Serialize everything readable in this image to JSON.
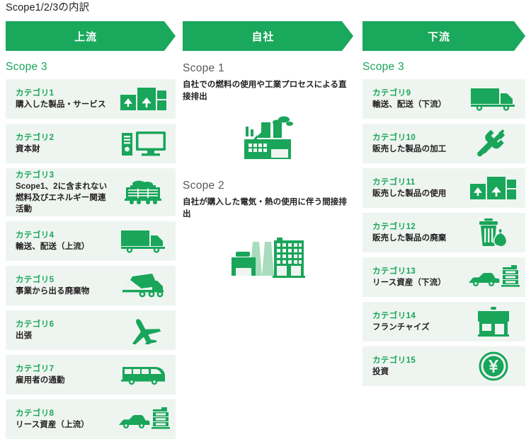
{
  "page": {
    "title": "Scope1/2/3の内訳"
  },
  "colors": {
    "brand_green": "#1aa85c",
    "heading_green": "#19a55a",
    "card_bg": "#eef5f0",
    "text_dark": "#231f20",
    "heading_gray": "#58595b",
    "icon_light_green": "#a7dcbd"
  },
  "columns": {
    "upstream": {
      "banner_label": "上流",
      "scope_heading": "Scope 3",
      "categories": [
        {
          "label": "カテゴリ1",
          "name": "購入した製品・サービス",
          "icon": "boxes-icon"
        },
        {
          "label": "カテゴリ2",
          "name": "資本財",
          "icon": "computer-icon"
        },
        {
          "label": "カテゴリ3",
          "name": "Scope1、2に含まれない\n燃料及びエネルギー関連活動",
          "name_line1": "Scope1、2に含まれない",
          "name_line2": "燃料及びエネルギー関連活動",
          "icon": "coal-wagon-icon"
        },
        {
          "label": "カテゴリ4",
          "name": "輸送、配送（上流）",
          "icon": "truck-icon"
        },
        {
          "label": "カテゴリ5",
          "name": "事業から出る廃棄物",
          "icon": "dump-truck-icon"
        },
        {
          "label": "カテゴリ6",
          "name": "出張",
          "icon": "airplane-icon"
        },
        {
          "label": "カテゴリ7",
          "name": "雇用者の通勤",
          "icon": "bus-icon"
        },
        {
          "label": "カテゴリ8",
          "name": "リース資産（上流）",
          "icon": "car-building-icon"
        }
      ]
    },
    "own": {
      "banner_label": "自社",
      "scopes": [
        {
          "title": "Scope 1",
          "description": "自社での燃料の使用や工業プロセスによる直接排出",
          "icon": "factory-smoke-icon"
        },
        {
          "title": "Scope 2",
          "description": "自社が購入した電気・熱の使用に伴う間接排出",
          "icon": "powerplant-building-icon"
        }
      ]
    },
    "downstream": {
      "banner_label": "下流",
      "scope_heading": "Scope 3",
      "categories": [
        {
          "label": "カテゴリ9",
          "name": "輸送、配送（下流）",
          "icon": "truck-icon"
        },
        {
          "label": "カテゴリ10",
          "name": "販売した製品の加工",
          "icon": "tools-icon"
        },
        {
          "label": "カテゴリ11",
          "name": "販売した製品の使用",
          "icon": "boxes-icon"
        },
        {
          "label": "カテゴリ12",
          "name": "販売した製品の廃棄",
          "icon": "trash-icon"
        },
        {
          "label": "カテゴリ13",
          "name": "リース資産（下流）",
          "icon": "car-building-icon"
        },
        {
          "label": "カテゴリ14",
          "name": "フランチャイズ",
          "icon": "storefront-icon"
        },
        {
          "label": "カテゴリ15",
          "name": "投資",
          "icon": "yen-coin-icon"
        }
      ]
    }
  }
}
